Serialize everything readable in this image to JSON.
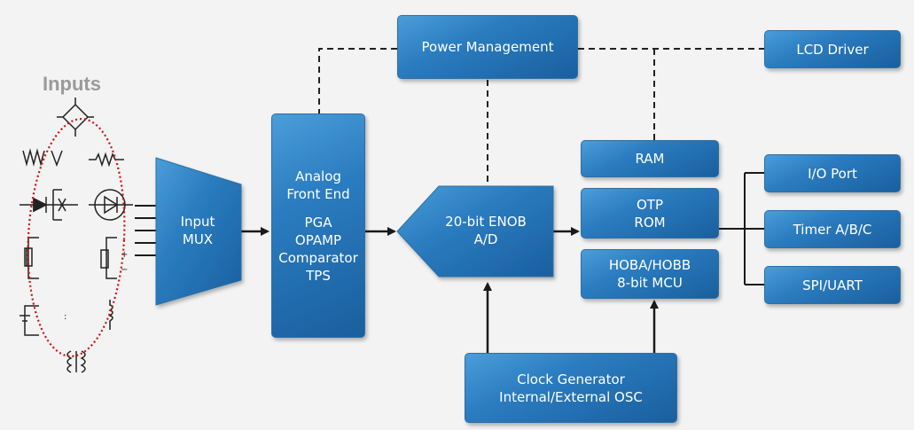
{
  "inputs_title": "Inputs",
  "blocks": {
    "input_mux": [
      "Input",
      "MUX"
    ],
    "analog_front_end": [
      "Analog",
      "Front End",
      "",
      "PGA",
      "OPAMP",
      "Comparator",
      "TPS"
    ],
    "ad": [
      "20-bit ENOB",
      "A/D"
    ],
    "power_management": [
      "Power Management"
    ],
    "lcd_driver": [
      "LCD Driver"
    ],
    "ram": [
      "RAM"
    ],
    "otp_rom": [
      "OTP",
      "ROM"
    ],
    "mcu": [
      "HOBA/HOBB",
      "8-bit MCU"
    ],
    "clock_generator": [
      "Clock Generator",
      "Internal/External OSC"
    ],
    "io_port": [
      "I/O Port"
    ],
    "timer": [
      "Timer A/B/C"
    ],
    "spi_uart": [
      "SPI/UART"
    ]
  },
  "colors": {
    "block_blue": "#2a7cc0",
    "arrow": "#1a1a1a",
    "dashed_line": "#222222",
    "ellipse": "#cc1111",
    "inputs_title": "#9a9a9a"
  }
}
